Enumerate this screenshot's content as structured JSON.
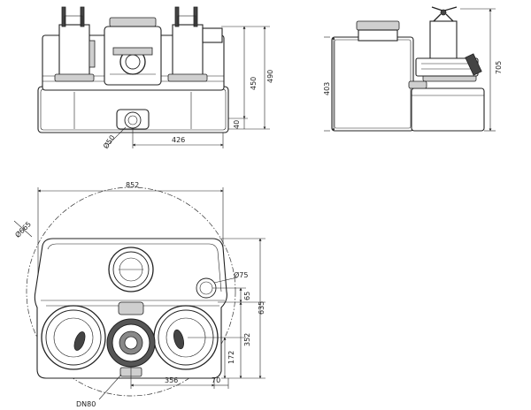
{
  "front_view": {
    "dims": {
      "width_426": "426",
      "height_450": "450",
      "height_490": "490",
      "height_40": "40",
      "dia_50": "Ø50"
    }
  },
  "side_view": {
    "dims": {
      "height_403": "403",
      "height_705": "705"
    }
  },
  "top_view": {
    "dims": {
      "width_852": "852",
      "dia_665": "Ø665",
      "dia_75": "Ø75",
      "d_65": "65",
      "d_635": "635",
      "d_352": "352",
      "d_172": "172",
      "d_356": "356",
      "d_70": "70",
      "dn80": "DN80"
    }
  }
}
